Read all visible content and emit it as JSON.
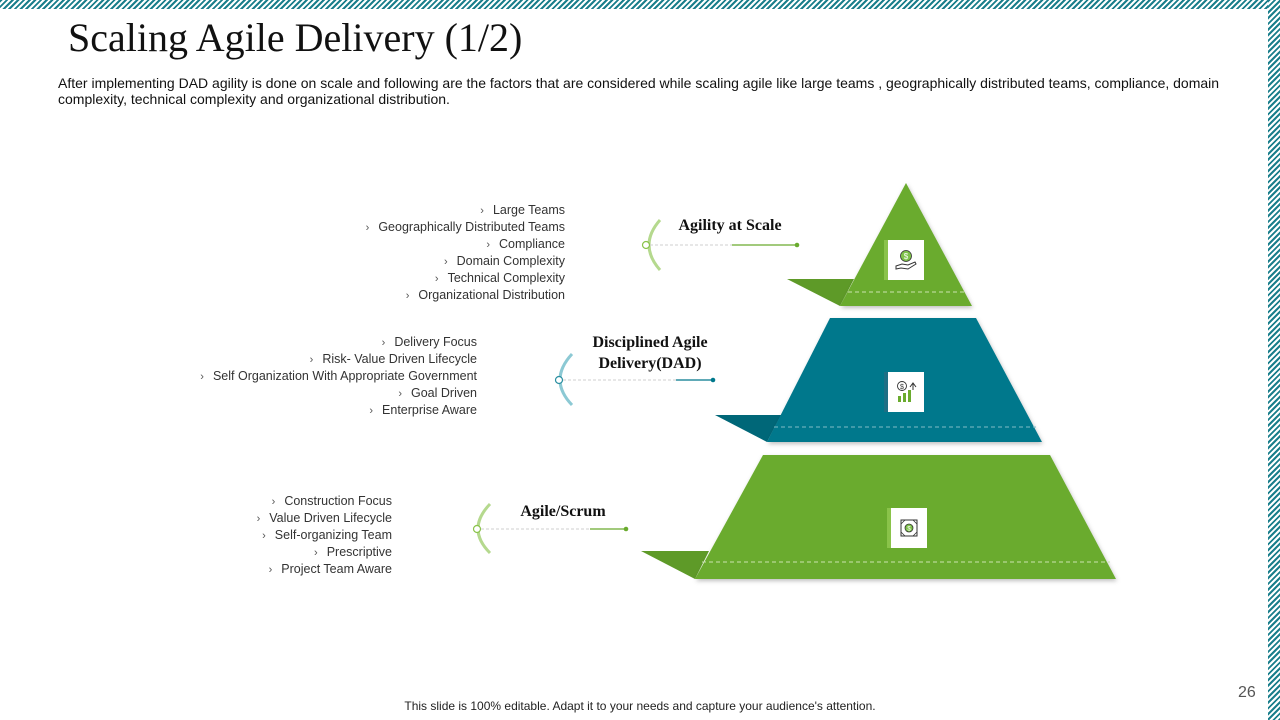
{
  "slide": {
    "title": "Scaling Agile Delivery (1/2)",
    "subtitle": "After implementing DAD agility is done on scale and following are the factors that are considered while scaling agile like large teams , geographically distributed teams, compliance, domain complexity, technical complexity and organizational distribution.",
    "footer": "This slide is 100% editable. Adapt it to your needs and capture your audience's attention.",
    "page_number": "26"
  },
  "colors": {
    "green": "#6aab2e",
    "teal": "#00788c",
    "border_stripe": "#1b7f8c"
  },
  "levels": [
    {
      "label": "Agility at Scale",
      "icon": "money-hand-icon",
      "items": [
        "Large Teams",
        "Geographically Distributed Teams",
        "Compliance",
        "Domain Complexity",
        "Technical Complexity",
        "Organizational Distribution"
      ]
    },
    {
      "label_line1": "Disciplined Agile",
      "label_line2": "Delivery(DAD)",
      "icon": "growth-chart-icon",
      "items": [
        "Delivery Focus",
        "Risk- Value Driven Lifecycle",
        "Self Organization With Appropriate Government",
        "Goal Driven",
        "Enterprise Aware"
      ]
    },
    {
      "label": "Agile/Scrum",
      "icon": "money-document-icon",
      "items": [
        "Construction Focus",
        "Value Driven Lifecycle",
        "Self-organizing Team",
        "Prescriptive",
        "Project Team Aware"
      ]
    }
  ],
  "bullet_glyph": "›"
}
